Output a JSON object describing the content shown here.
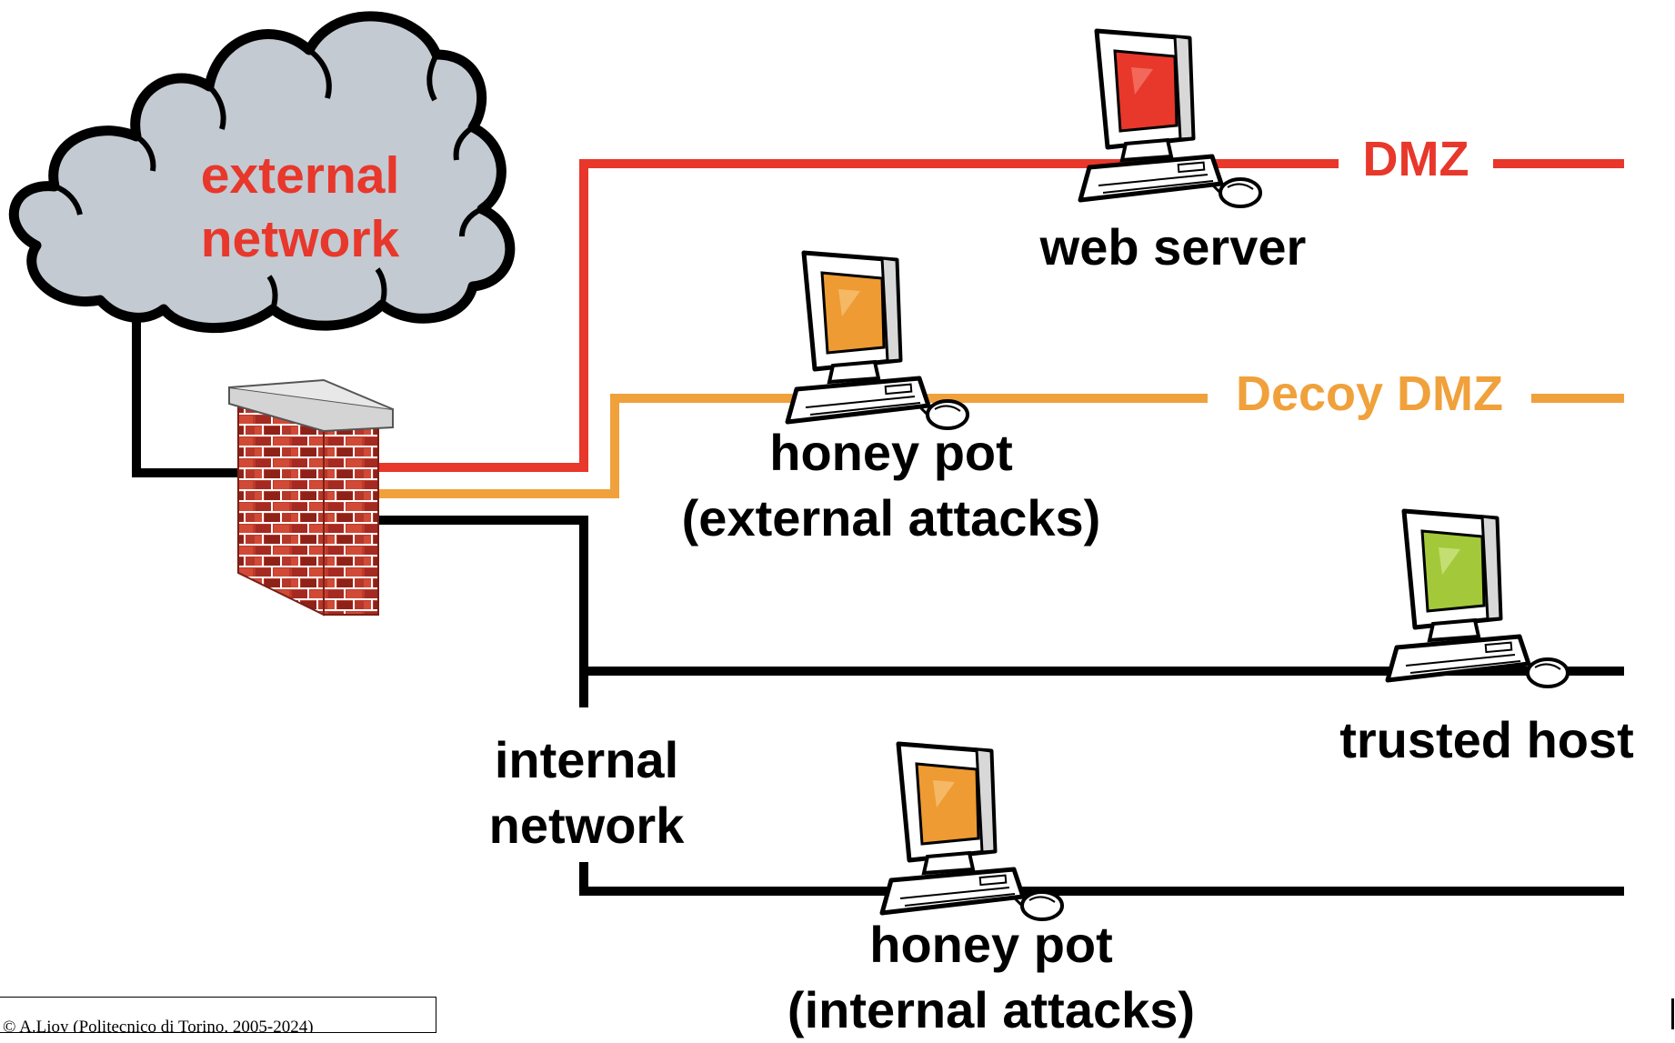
{
  "cloud": {
    "line1": "external",
    "line2": "network"
  },
  "networks": {
    "dmz": "DMZ",
    "decoy_dmz": "Decoy DMZ",
    "internal": {
      "line1": "internal",
      "line2": "network"
    }
  },
  "hosts": {
    "web_server": "web server",
    "honeypot_external": {
      "line1": "honey pot",
      "line2": "(external attacks)"
    },
    "trusted_host": "trusted host",
    "honeypot_internal": {
      "line1": "honey pot",
      "line2": "(internal attacks)"
    }
  },
  "colors": {
    "dmz": "#e8372b",
    "decoy": "#f0a13b",
    "internal": "#000000",
    "cloud": "#c3cad2",
    "brick": "#c0392b",
    "screen_red": "#e8372b",
    "screen_orange": "#ee9b33",
    "screen_green": "#a3c93a"
  },
  "footer": {
    "copyright": "© A.Lioy (Politecnico di Torino, 2005-2024)"
  }
}
